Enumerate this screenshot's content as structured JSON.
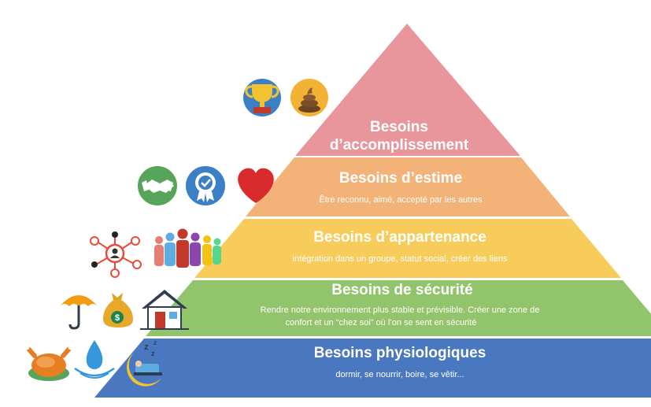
{
  "pyramid": {
    "levels": [
      {
        "id": "accomplissement",
        "title_line1": "Besoins",
        "title_line2": "d’accomplissement",
        "description": "",
        "color": "#E8969B",
        "icons": [
          "trophy-icon",
          "poop-icon"
        ]
      },
      {
        "id": "estime",
        "title": "Besoins d’estime",
        "description": "Être reconnu, aimé, accepté par les autres",
        "color": "#F2B278",
        "icons": [
          "handshake-icon",
          "award-badge-icon",
          "heart-icon"
        ]
      },
      {
        "id": "appartenance",
        "title": "Besoins d’appartenance",
        "description": "intégration dans un groupe, statut social, créer des liens",
        "color": "#F7CC5B",
        "icons": [
          "network-icon",
          "group-people-icon"
        ]
      },
      {
        "id": "securite",
        "title": "Besoins de sécurité",
        "description_line1": "Rendre notre environnement plus stable et prévisible. Créer une zone de",
        "description_line2": "confort et un “chez soi” où l’on se sent en sécurité",
        "color": "#92C46B",
        "icons": [
          "umbrella-icon",
          "money-bag-icon",
          "house-icon"
        ]
      },
      {
        "id": "physiologiques",
        "title": "Besoins physiologiques",
        "description": "dormir, se nourrir, boire, se vêtir...",
        "color": "#4A78C0",
        "icons": [
          "roast-chicken-icon",
          "water-drop-icon",
          "sleeping-person-icon"
        ]
      }
    ]
  }
}
